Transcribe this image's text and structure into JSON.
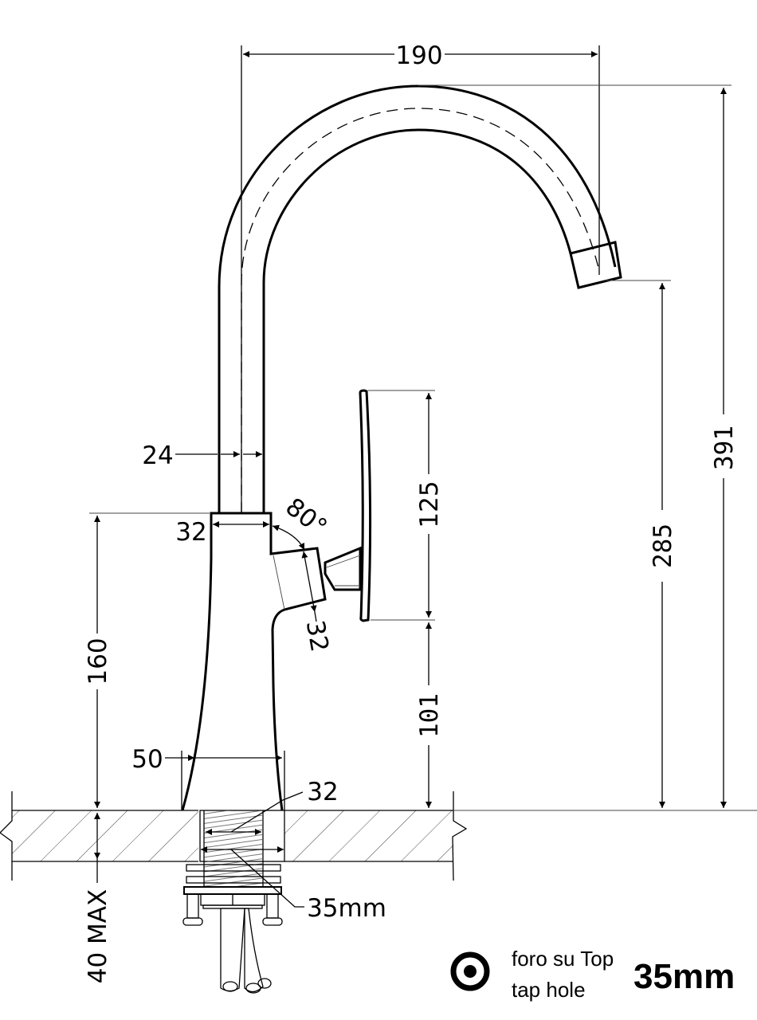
{
  "drawing": {
    "subject": "single-lever kitchen faucet side elevation",
    "units": "mm",
    "colors": {
      "line": "#000000",
      "background": "#ffffff",
      "hatch": "#444444"
    }
  },
  "dimensions": {
    "spout_reach": "190",
    "total_height": "391",
    "spout_outlet_height": "285",
    "spout_tube_diameter": "24",
    "body_top_diameter": "32",
    "lever_angle": "80°",
    "lever_cartridge": "32",
    "lever_length": "125",
    "lever_base_height": "101",
    "body_height": "160",
    "base_diameter": "50",
    "shank_diameter": "32",
    "hole_diameter": "35mm",
    "max_worktop_thickness": "40 MAX"
  },
  "legend": {
    "icon": "tap-hole-target-icon",
    "label_it": "foro su Top",
    "label_en": "tap hole",
    "value": "35mm"
  }
}
